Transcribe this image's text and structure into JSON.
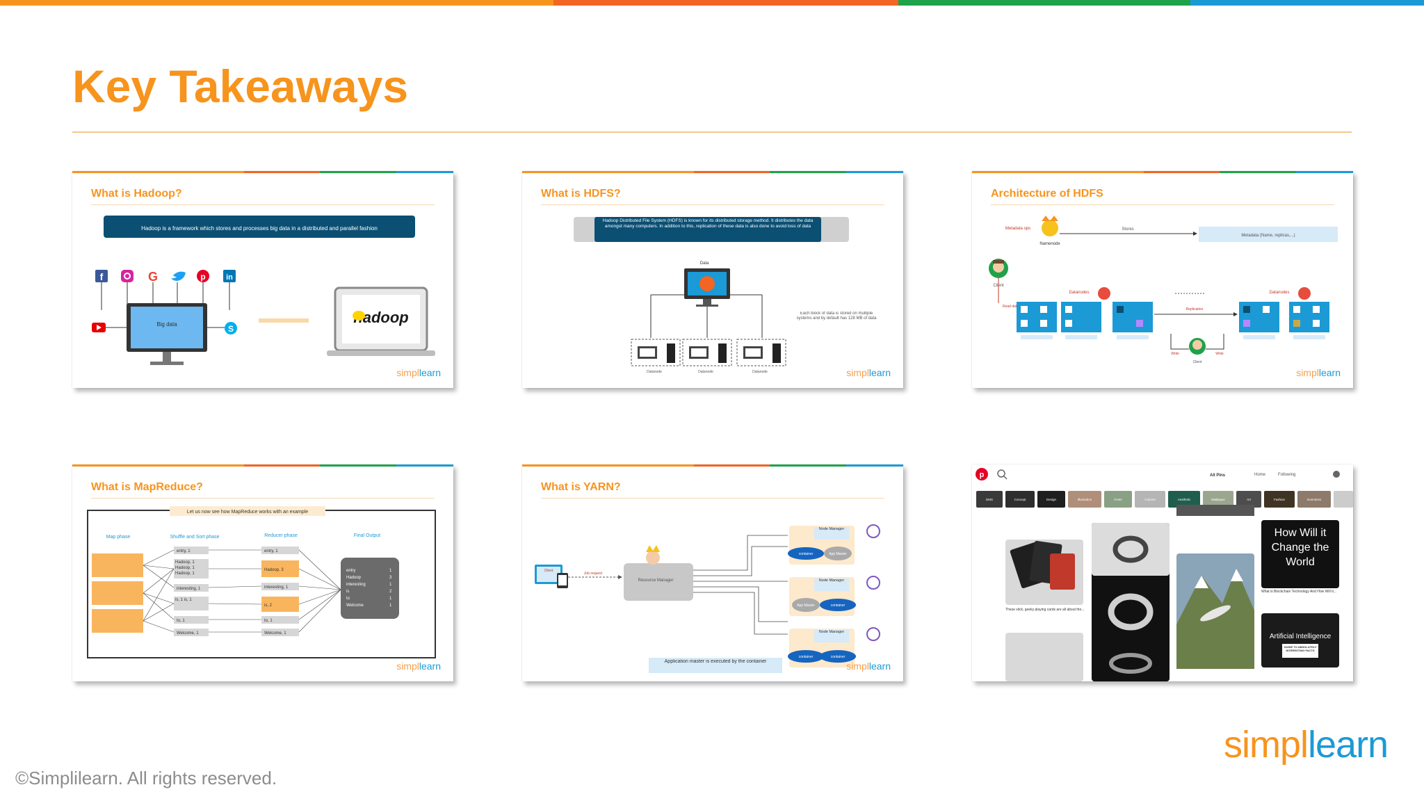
{
  "colors": {
    "orange": "#f7941d",
    "red_orange": "#f26522",
    "green": "#1ea24a",
    "blue": "#1b9ad6",
    "navy": "#0b4f73"
  },
  "page": {
    "title": "Key Takeaways"
  },
  "footer": {
    "copyright": "©Simplilearn. All rights reserved.",
    "logo_part1": "simpl",
    "logo_part2": "learn"
  },
  "thumb_logo": {
    "part1": "simpl",
    "part2": "learn"
  },
  "slides": [
    {
      "title": "What is Hadoop?",
      "banner": "Hadoop is a framework which stores and processes big data in a distributed and parallel fashion",
      "screen_label": "Big data",
      "product": "hadoop",
      "icons": [
        "facebook-icon",
        "instagram-icon",
        "google-icon",
        "twitter-icon",
        "pinterest-icon",
        "linkedin-icon",
        "youtube-icon",
        "skype-icon"
      ]
    },
    {
      "title": "What is HDFS?",
      "banner": "Hadoop Distributed File System (HDFS) is known for its distributed storage method. It distributes the data amongst many computers. In addition to this, replication of these data is also done to avoid loss of data",
      "data_label": "Data",
      "node_label": "Datanode",
      "side_note": "Each block of data is stored on multiple systems and by default has 128 MB of data"
    },
    {
      "title": "Architecture of HDFS",
      "labels": {
        "metadata_ops": "Metadata ops",
        "namenode": "Namenode",
        "stores": "Stores",
        "metadata": "Metadata (Name, replicas,...)",
        "client": "Client",
        "datanodes": "Datanodes",
        "read_data": "Read data",
        "replication": "Replication",
        "write": "Write"
      }
    },
    {
      "title": "What is MapReduce?",
      "banner": "Let us now see how MapReduce works with an example",
      "columns": [
        "Map phase",
        "Shuffle and Sort phase",
        "Reducer phase",
        "Final Output"
      ],
      "shuffle_items": [
        "entry, 1",
        "Hadoop, 1 Hadoop, 1 Hadoop, 1",
        "interesting, 1",
        "is, 1 is, 1",
        "to, 1",
        "Welcome, 1"
      ],
      "reducer_items": [
        "entry, 1",
        "Hadoop, 3",
        "interesting, 1",
        "is, 2",
        "to, 1",
        "Welcome, 1"
      ],
      "output_words": [
        "entry",
        "Hadoop",
        "interesting",
        "is",
        "to",
        "Welcome"
      ],
      "output_counts": [
        "1",
        "3",
        "1",
        "2",
        "1",
        "1"
      ]
    },
    {
      "title": "What is YARN?",
      "client": "Client",
      "job_request": "Job request",
      "resource_manager": "Resource Manager",
      "node_manager": "Node Manager",
      "container": "container",
      "app_master": "App Master",
      "note": "Application master is executed by the container"
    },
    {
      "title": "",
      "search_placeholder": "",
      "filter_label": "All Pins",
      "nav": [
        "Home",
        "Following"
      ],
      "chips": [
        "DMS",
        "Concept",
        "Design",
        "Illustration",
        "Fonts",
        "Colours",
        "Aesthetic",
        "Wallpaper",
        "Art",
        "Fashion",
        "Inventions"
      ],
      "poster_title": "How Will it Change the World",
      "poster_caption": "What is Blockchain Technology And How Will It...",
      "card_caption": "These slick, geeky playing cards are all about the...",
      "book_title": "Artificial Intelligence",
      "book_subtitle": "GUIDE TO ABSOLUTELY INTERESTING FACTS"
    }
  ]
}
